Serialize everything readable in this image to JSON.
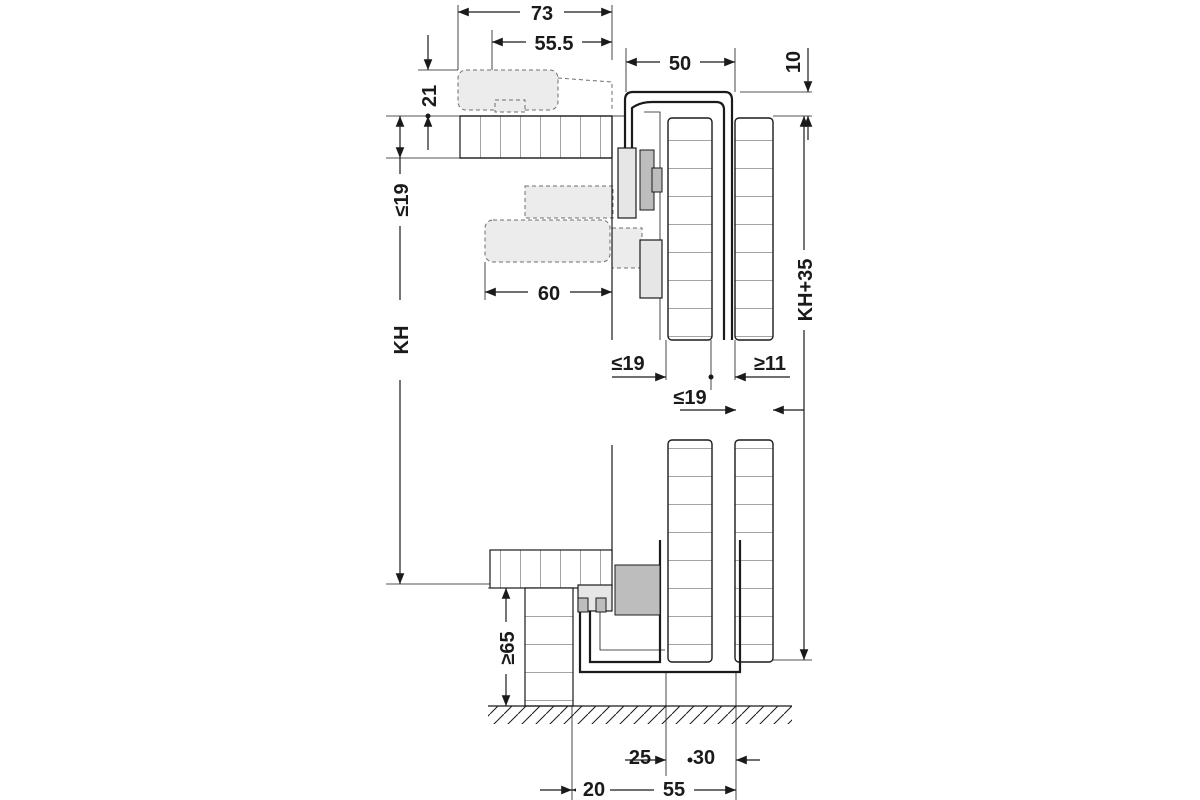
{
  "diagram": {
    "dimensions": {
      "d73": "73",
      "d55_5": "55.5",
      "d50": "50",
      "d10": "10",
      "d21": "21",
      "d19_left": "≤19",
      "d60": "60",
      "dKH": "KH",
      "dKH35": "KH+35",
      "d19_mid": "≤19",
      "d11": "≥11",
      "d19_low": "≤19",
      "d65": "≥65",
      "d25": "25",
      "d30": "30",
      "d20": "20",
      "d55": "55"
    }
  }
}
